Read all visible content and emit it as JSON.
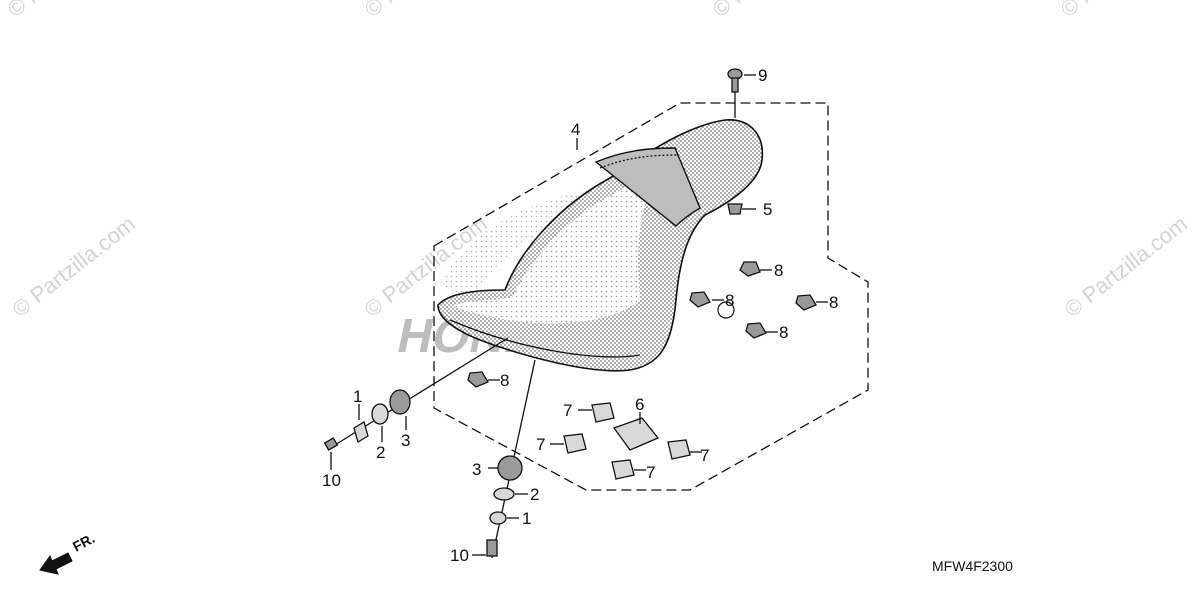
{
  "watermark": "© Partzilla.com",
  "diagram_code": "MFW4F2300",
  "front_arrow_label": "FR.",
  "brand_logo_text": "HONDA",
  "callouts": {
    "c1a": "1",
    "c1b": "1",
    "c2a": "2",
    "c2b": "2",
    "c3a": "3",
    "c3b": "3",
    "c4": "4",
    "c5": "5",
    "c6": "6",
    "c7a": "7",
    "c7b": "7",
    "c7c": "7",
    "c7d": "7",
    "c8a": "8",
    "c8b": "8",
    "c8c": "8",
    "c8d": "8",
    "c8e": "8",
    "c9": "9",
    "c10a": "10",
    "c10b": "10"
  }
}
